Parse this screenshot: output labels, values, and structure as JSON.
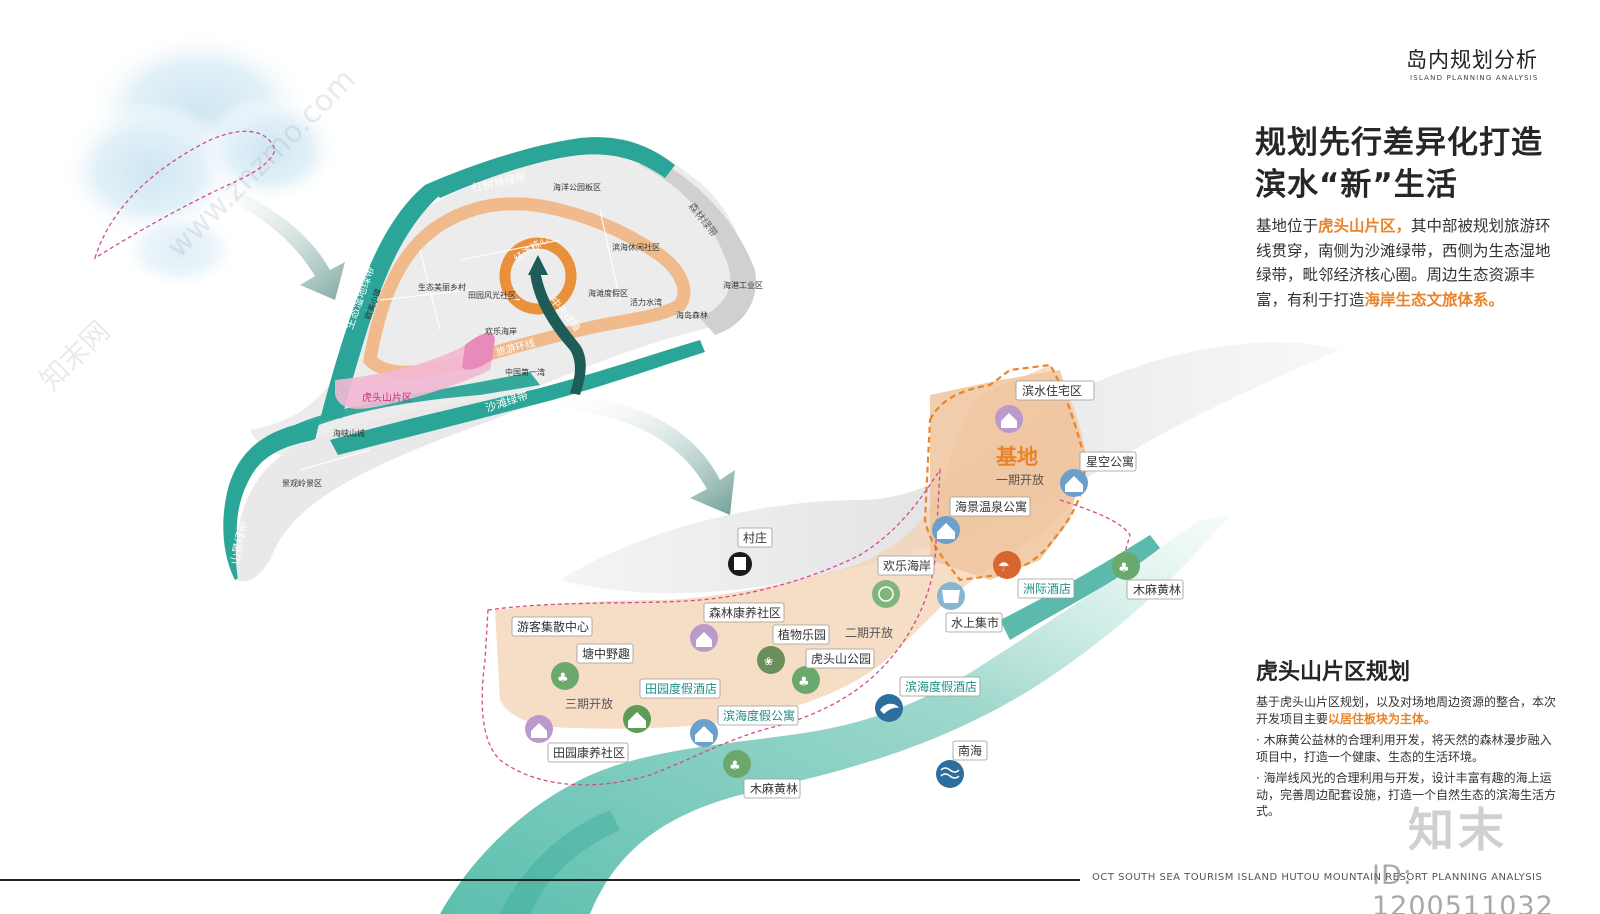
{
  "header": {
    "title": "岛内规划分析",
    "subtitle": "ISLAND PLANNING ANALYSIS"
  },
  "headline": {
    "line1": "规划先行差异化打造",
    "line2": "滨水“新”生活"
  },
  "intro": {
    "t1": "基地位于",
    "hl1": "虎头山片区，",
    "t2": "其中部被规划旅游环线贯穿，南侧为沙滩绿带，西侧为生态湿地绿带，毗邻经济核心圈。周边生态资源丰富，有利于打造",
    "hl2": "海岸生态文旅体系。"
  },
  "section2": {
    "title": "虎头山片区规划",
    "p1a": "基于虎头山片区规划，以及对场地周边资源的整合，本次开发项目主要",
    "p1hl": "以居住板块为主体。",
    "b1": "· 木麻黄公益林的合理利用开发，将天然的森林漫步融入项目中，打造一个健康、生态的生活环境。",
    "b2": "· 海岸线风光的合理利用与开发，设计丰富有趣的海上运动，完善周边配套设施，打造一个自然生态的滨海生活方式。"
  },
  "island_map": {
    "belts": {
      "mangrove": "红树林绿带",
      "eco_wetland": "生态湿地绿带",
      "mountain": "山景绿带",
      "beach": "沙滩绿带",
      "forest": "森林绿带",
      "tourism_loop": "旅游环线",
      "central": "中央绿轴",
      "econ_core": "经济核心"
    },
    "areas": {
      "a1": "海洋公园板区",
      "a2": "滨海休闲社区",
      "a3": "生态美丽乡村",
      "a4": "田园风光社区",
      "a5": "海滩度假区",
      "a6": "活力水湾",
      "a7": "海港工业区",
      "a8": "海岛森林",
      "a9": "欢乐海岸",
      "a10": "中国第一湾",
      "a11": "海峡山城",
      "a12": "景观岭景区",
      "a13": "欧美小镇",
      "a14": "虎头山片区"
    }
  },
  "site_map": {
    "base_title": "基地",
    "phase1": "一期开放",
    "phase2": "二期开放",
    "phase3": "三期开放",
    "tags": {
      "t1": "滨水住宅区",
      "t2": "星空公寓",
      "t3": "海景温泉公寓",
      "t4": "洲际酒店",
      "t5": "木麻黄林",
      "t6": "村庄",
      "t7": "欢乐海岸",
      "t8": "水上集市",
      "t9": "森林康养社区",
      "t10": "植物乐园",
      "t11": "虎头山公园",
      "t12": "滨海度假酒店",
      "t13": "游客集散中心",
      "t14": "塘中野趣",
      "t15": "田园度假酒店",
      "t16": "滨海度假公寓",
      "t17": "田园康养社区",
      "t18": "木麻黄林",
      "t19": "南海"
    }
  },
  "footer": {
    "text": "OCT SOUTH SEA TOURISM ISLAND HUTOU MOUNTAIN RESORT PLANNING ANALYSIS"
  },
  "watermark": {
    "logo": "知末",
    "id": "ID: 1200511032",
    "url": "www.znzmo.com",
    "site": "知末网"
  },
  "colors": {
    "teal": "#2aa598",
    "orange": "#e8842b",
    "pink": "#e58bb8",
    "land": "#f3d2b3"
  }
}
